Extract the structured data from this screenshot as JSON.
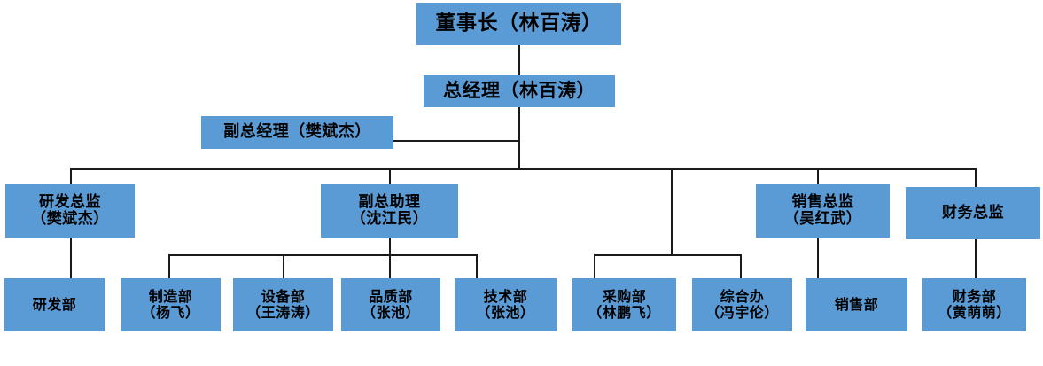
{
  "chart": {
    "type": "org-chart",
    "title": "",
    "node_fill_color": "#5b9bd5",
    "connector_color": "#1a1a1a",
    "background_color": "#ffffff"
  },
  "nodes": {
    "chairman": {
      "label": "董事长（林百涛）",
      "role": "董事长",
      "person": "林百涛"
    },
    "general_manager": {
      "label": "总经理（林百涛）",
      "role": "总经理",
      "person": "林百涛"
    },
    "deputy_general_manager": {
      "label": "副总经理（樊斌杰）",
      "role": "副总经理",
      "person": "樊斌杰"
    },
    "rd_director": {
      "label": "研发总监\n（樊斌杰）",
      "role": "研发总监",
      "person": "樊斌杰"
    },
    "deputy_assistant": {
      "label": "副总助理\n（沈江民）",
      "role": "副总助理",
      "person": "沈江民"
    },
    "sales_director": {
      "label": "销售总监\n（吴红武）",
      "role": "销售总监",
      "person": "吴红武"
    },
    "finance_director": {
      "label": "财务总监",
      "role": "财务总监",
      "person": ""
    },
    "rd_dept": {
      "label": "研发部",
      "role": "研发部",
      "person": ""
    },
    "manufacturing_dept": {
      "label": "制造部\n（杨飞）",
      "role": "制造部",
      "person": "杨飞"
    },
    "equipment_dept": {
      "label": "设备部\n（王涛涛）",
      "role": "设备部",
      "person": "王涛涛"
    },
    "quality_dept": {
      "label": "品质部\n（张池）",
      "role": "品质部",
      "person": "张池"
    },
    "technology_dept": {
      "label": "技术部\n（张池）",
      "role": "技术部",
      "person": "张池"
    },
    "purchasing_dept": {
      "label": "采购部\n（林鹏飞）",
      "role": "采购部",
      "person": "林鹏飞"
    },
    "general_affairs_office": {
      "label": "综合办\n（冯宇伦）",
      "role": "综合办",
      "person": "冯宇伦"
    },
    "sales_dept": {
      "label": "销售部",
      "role": "销售部",
      "person": ""
    },
    "finance_dept": {
      "label": "财务部\n（黄萌萌）",
      "role": "财务部",
      "person": "黄萌萌"
    }
  }
}
